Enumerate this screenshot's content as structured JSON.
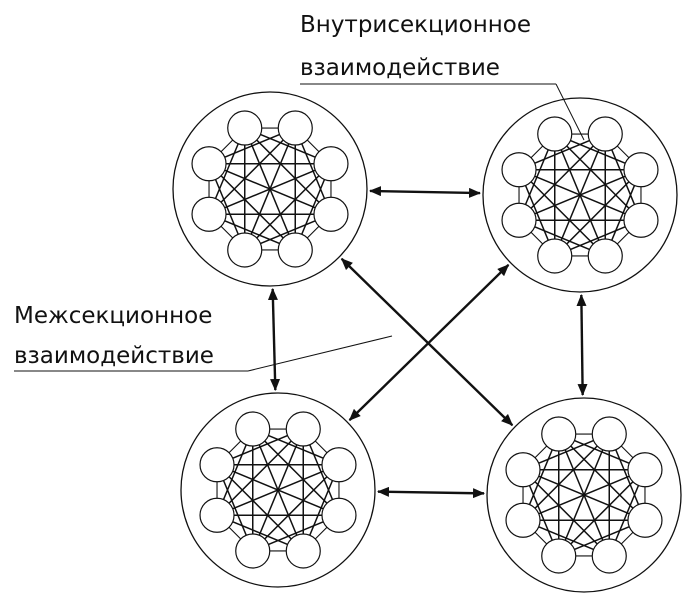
{
  "labels": {
    "intra_line1": "Внутрисекционное",
    "intra_line2": "взаимодействие",
    "inter_line1": "Межсекционное",
    "inter_line2": "взаимодействие"
  },
  "sections": [
    {
      "id": "top-left"
    },
    {
      "id": "top-right"
    },
    {
      "id": "bottom-left"
    },
    {
      "id": "bottom-right"
    }
  ],
  "nodes_per_section": 8,
  "colors": {
    "stroke": "#111111",
    "background": "#ffffff"
  }
}
